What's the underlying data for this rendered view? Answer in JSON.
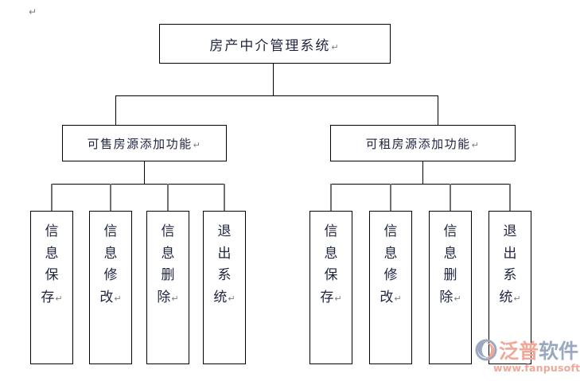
{
  "diagram": {
    "type": "hierarchy-tree",
    "background_color": "#ffffff",
    "line_color": "#000000",
    "leaf_line_color": "#6f6f6f",
    "text_color": "#1f2440",
    "cr_mark": "↵",
    "stray_cr_mark": "↵"
  },
  "root": {
    "label": "房产中介管理系统"
  },
  "branches": [
    {
      "label": "可售房源添加功能",
      "leaves": [
        {
          "label": "信息保存",
          "chars": [
            "信",
            "息",
            "保",
            "存"
          ]
        },
        {
          "label": "信息修改",
          "chars": [
            "信",
            "息",
            "修",
            "改"
          ]
        },
        {
          "label": "信息删除",
          "chars": [
            "信",
            "息",
            "删",
            "除"
          ]
        },
        {
          "label": "退出系统",
          "chars": [
            "退",
            "出",
            "系",
            "统"
          ]
        }
      ]
    },
    {
      "label": "可租房源添加功能",
      "leaves": [
        {
          "label": "信息保存",
          "chars": [
            "信",
            "息",
            "保",
            "存"
          ]
        },
        {
          "label": "信息修改",
          "chars": [
            "信",
            "息",
            "修",
            "改"
          ]
        },
        {
          "label": "信息删除",
          "chars": [
            "信",
            "息",
            "删",
            "除"
          ]
        },
        {
          "label": "退出系统",
          "chars": [
            "退",
            "出",
            "系",
            "统"
          ]
        }
      ]
    }
  ],
  "watermark": {
    "brand_primary": "泛普",
    "brand_secondary": "软件",
    "url": "www.fanpusoft.com",
    "color_primary": "#f0a898",
    "color_secondary": "#9aa8c0"
  }
}
